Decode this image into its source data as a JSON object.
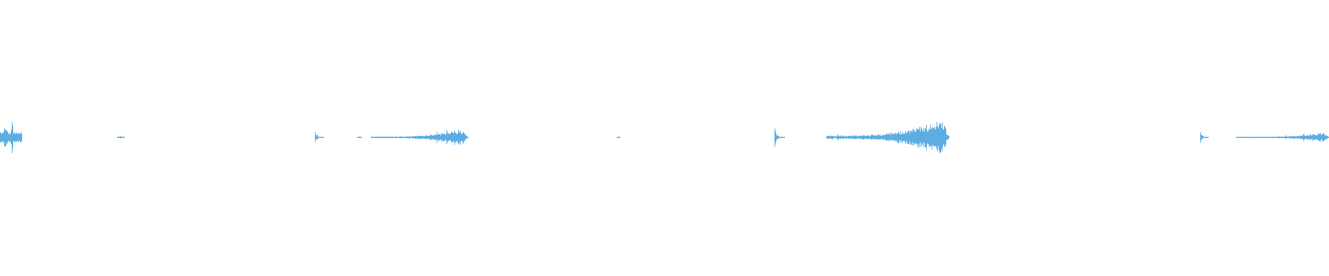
{
  "waveform": {
    "color": "#5DADE2",
    "background": "#FFFFFF",
    "segments": [
      {
        "start": 0.0,
        "end": 0.016,
        "peak": 0.11,
        "shape": "burst"
      },
      {
        "start": 0.088,
        "end": 0.093,
        "peak": 0.01,
        "shape": "blip"
      },
      {
        "start": 0.237,
        "end": 0.243,
        "peak": 0.05,
        "shape": "attack-decay"
      },
      {
        "start": 0.269,
        "end": 0.272,
        "peak": 0.005,
        "shape": "blip"
      },
      {
        "start": 0.279,
        "end": 0.352,
        "peak": 0.07,
        "shape": "crescendo"
      },
      {
        "start": 0.464,
        "end": 0.466,
        "peak": 0.005,
        "shape": "blip"
      },
      {
        "start": 0.583,
        "end": 0.59,
        "peak": 0.06,
        "shape": "attack-decay"
      },
      {
        "start": 0.622,
        "end": 0.714,
        "peak": 0.16,
        "shape": "crescendo"
      },
      {
        "start": 0.903,
        "end": 0.909,
        "peak": 0.05,
        "shape": "attack-decay"
      },
      {
        "start": 0.93,
        "end": 1.0,
        "peak": 0.04,
        "shape": "crescendo"
      }
    ]
  }
}
